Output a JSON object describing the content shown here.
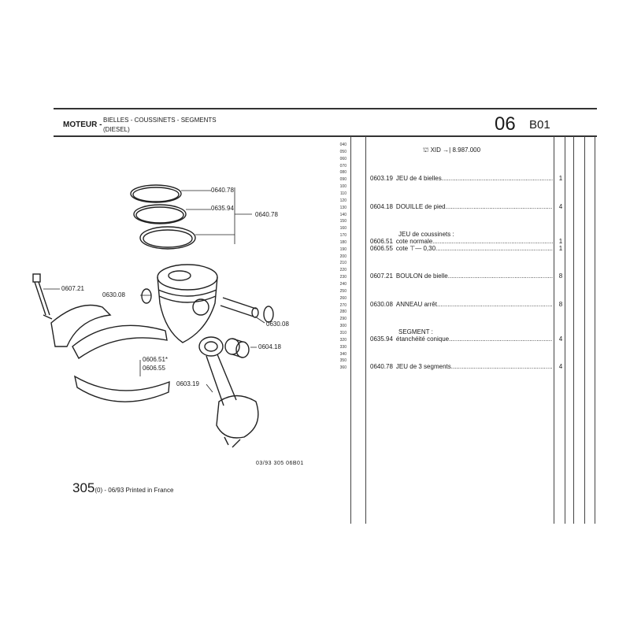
{
  "header": {
    "section": "MOTEUR -",
    "title": "BIELLES - COUSSINETS - SEGMENTS",
    "subtitle": "(DIESEL)",
    "group": "06",
    "plate": "B01"
  },
  "line_numbers": [
    "040",
    "050",
    "060",
    "070",
    "080",
    "090",
    "100",
    "110",
    "120",
    "130",
    "140",
    "150",
    "160",
    "170",
    "180",
    "190",
    "200",
    "210",
    "220",
    "230",
    "240",
    "250",
    "260",
    "270",
    "280",
    "290",
    "300",
    "310",
    "320",
    "330",
    "340",
    "350",
    "360"
  ],
  "applicability": {
    "engine": "XID",
    "serial": "8.987.000"
  },
  "parts": [
    {
      "ref": "0603.19",
      "designation": "JEU de 4 bielles",
      "qty": "1"
    },
    {
      "ref": "0604.18",
      "designation": "DOUILLE de pied",
      "qty": "4"
    },
    {
      "heading": "JEU de coussinets :"
    },
    {
      "ref": "0606.51",
      "designation": "cote normale",
      "qty": "1"
    },
    {
      "ref": "0606.55",
      "designation": "cote",
      "extra": "0,30",
      "qty": "1"
    },
    {
      "ref": "0607.21",
      "designation": "BOULON de bielle",
      "qty": "8"
    },
    {
      "ref": "0630.08",
      "designation": "ANNEAU arrêt",
      "qty": "8"
    },
    {
      "heading": "SEGMENT :"
    },
    {
      "ref": "0635.94",
      "designation": "étanchéité conique",
      "qty": "4"
    },
    {
      "ref": "0640.78",
      "designation": "JEU de 3 segments",
      "qty": "4"
    }
  ],
  "diagram_labels": {
    "ring_top": "0640.78",
    "ring_mid": "0635.94",
    "ring_set": "0640.78",
    "bolt": "0607.21",
    "circlip_left": "0630.08",
    "circlip_right": "0630.08",
    "bush": "0604.18",
    "bearing_a": "0606.51*",
    "bearing_b": "0606.55",
    "conrod": "0603.19"
  },
  "footer": {
    "ref_code": "03/93 305 06B01",
    "model": "305",
    "edition": "(0) - 06/93 Printed in France"
  }
}
